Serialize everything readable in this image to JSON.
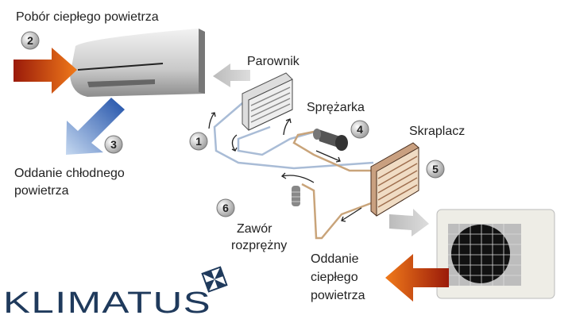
{
  "labels": {
    "intake": "Pobór ciepłego powietrza",
    "cool_out_1": "Oddanie chłodnego",
    "cool_out_2": "powietrza",
    "evaporator": "Parownik",
    "compressor": "Sprężarka",
    "condenser": "Skraplacz",
    "valve_1": "Zawór",
    "valve_2": "rozprężny",
    "heat_out_1": "Oddanie",
    "heat_out_2": "ciepłego",
    "heat_out_3": "powietrza"
  },
  "steps": [
    "1",
    "2",
    "3",
    "4",
    "5",
    "6"
  ],
  "logo": {
    "text": "KLIMATUS"
  },
  "colors": {
    "warm": "#e8641a",
    "cool": "#2a5fb8",
    "logo": "#1f3a5c",
    "pipe_cold": "#a9bcd6",
    "pipe_hot": "#c9a47a"
  }
}
